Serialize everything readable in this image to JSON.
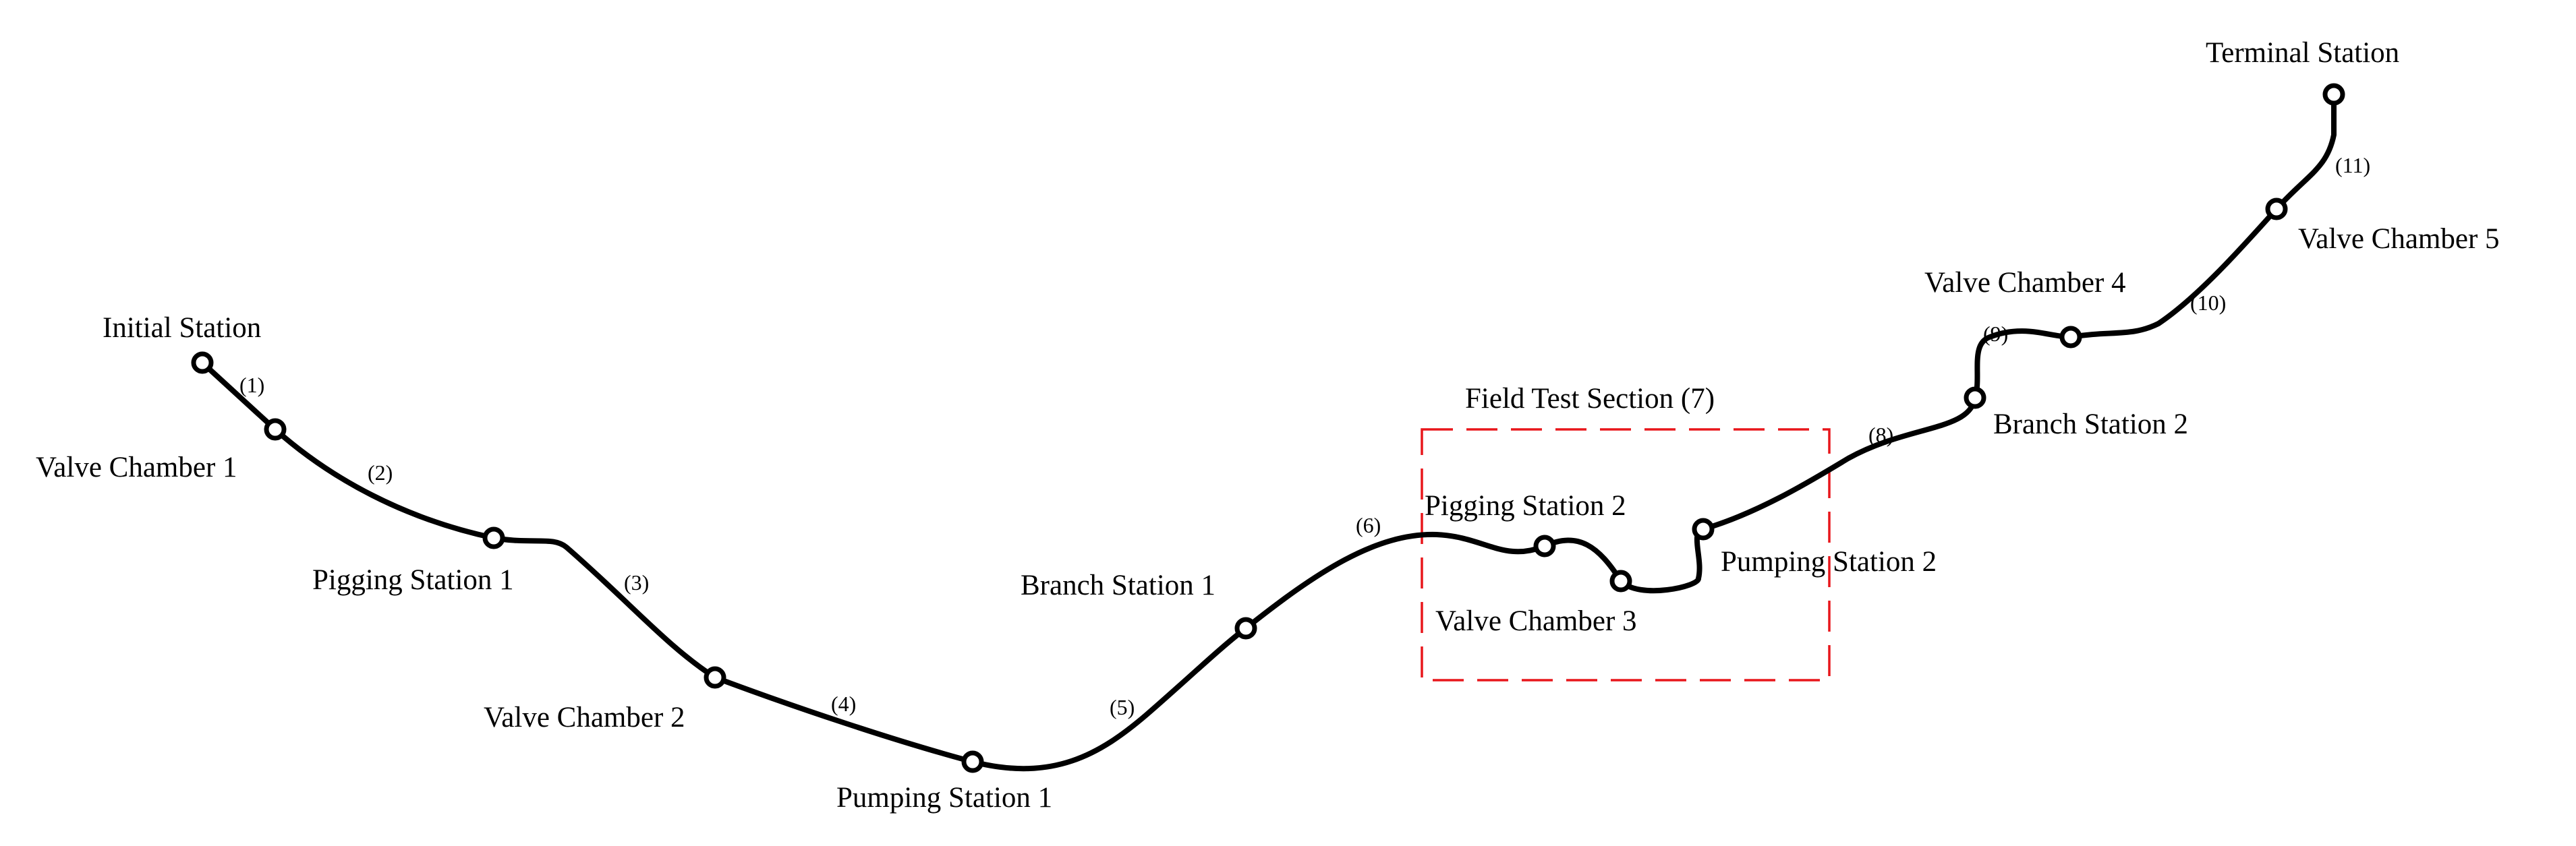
{
  "diagram": {
    "test_section_label": "Field Test Section (7)",
    "accent_colors": {
      "route": "#000000",
      "test_section_border": "#e8161b"
    },
    "stations": [
      {
        "id": "initial",
        "label": "Initial Station"
      },
      {
        "id": "vc1",
        "label": "Valve Chamber 1"
      },
      {
        "id": "pig1",
        "label": "Pigging Station 1"
      },
      {
        "id": "vc2",
        "label": "Valve Chamber 2"
      },
      {
        "id": "pump1",
        "label": "Pumping Station 1"
      },
      {
        "id": "branch1",
        "label": "Branch Station 1"
      },
      {
        "id": "pig2",
        "label": "Pigging Station 2"
      },
      {
        "id": "vc3",
        "label": "Valve Chamber 3"
      },
      {
        "id": "pump2",
        "label": "Pumping Station 2"
      },
      {
        "id": "branch2",
        "label": "Branch Station 2"
      },
      {
        "id": "vc4",
        "label": "Valve Chamber 4"
      },
      {
        "id": "vc5",
        "label": "Valve Chamber 5"
      },
      {
        "id": "terminal",
        "label": "Terminal Station"
      }
    ],
    "segments": [
      "(1)",
      "(2)",
      "(3)",
      "(4)",
      "(5)",
      "(6)",
      "(8)",
      "(9)",
      "(10)",
      "(11)"
    ]
  }
}
